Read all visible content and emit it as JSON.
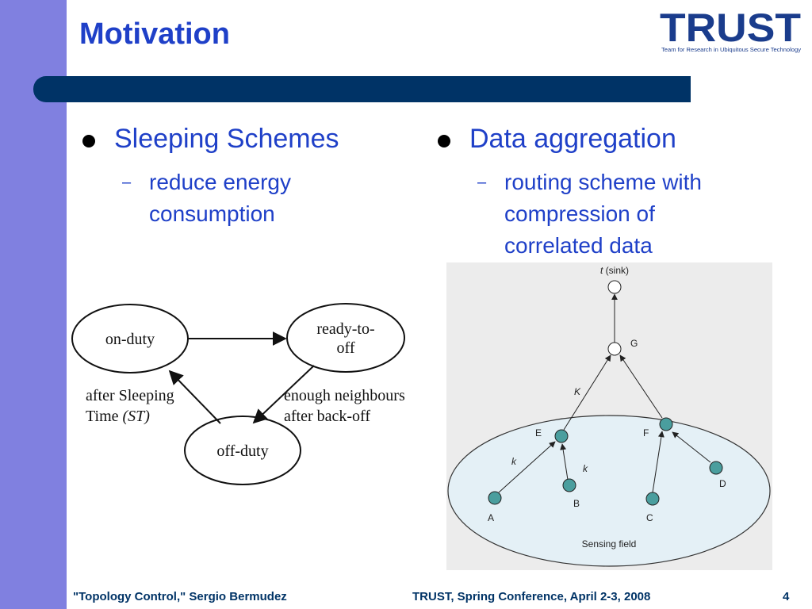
{
  "title": "Motivation",
  "logo": {
    "name": "TRUST",
    "tagline": "Team for Research in Ubiquitous Secure Technology"
  },
  "left_column": {
    "bullet": "Sleeping Schemes",
    "sub_lines": [
      "reduce energy",
      "consumption"
    ]
  },
  "right_column": {
    "bullet": "Data aggregation",
    "sub_lines": [
      "routing scheme with",
      "compression of",
      "correlated data"
    ]
  },
  "state_diagram": {
    "states": [
      "on-duty",
      "ready-to-",
      "off",
      "off-duty"
    ],
    "labels": [
      "after Sleeping",
      "Time ",
      "(ST)",
      "enough neighbours",
      "after back-off"
    ]
  },
  "aggregation_diagram": {
    "sink_italic": "t",
    "sink_label": " (sink)",
    "nodes": [
      "G",
      "E",
      "F",
      "A",
      "B",
      "C",
      "D"
    ],
    "edge_labels": [
      "K",
      "k",
      "k"
    ],
    "field_label": "Sensing field"
  },
  "footer": {
    "left": "\"Topology Control,\" Sergio Bermudez",
    "center": "TRUST, Spring Conference, April 2-3, 2008",
    "page": "4"
  },
  "colors": {
    "sidebar": "#8080e0",
    "title": "#1f40c8",
    "bar": "#003366",
    "node_fill": "#4a9e9e"
  }
}
